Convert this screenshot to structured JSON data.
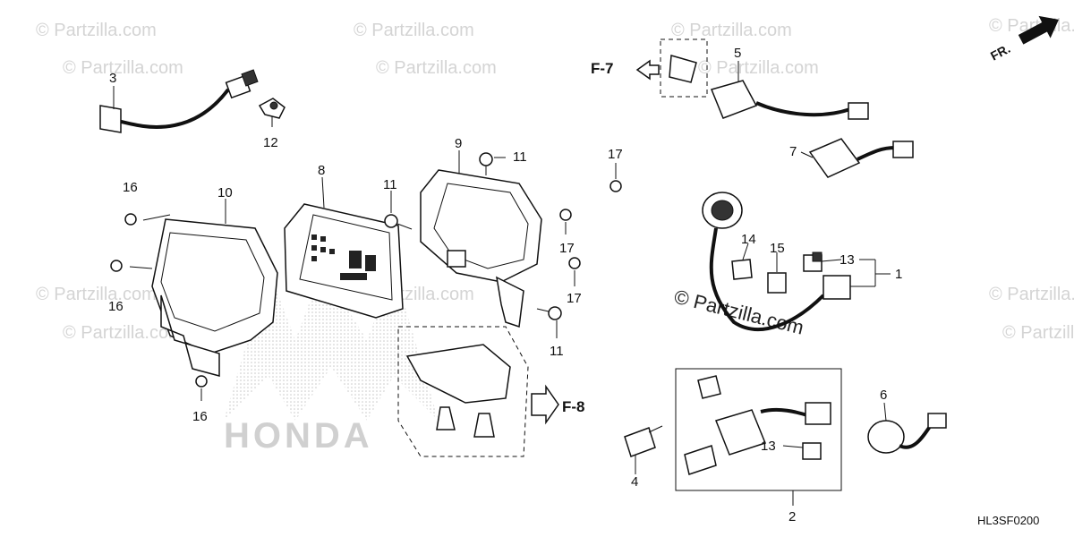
{
  "watermarks": {
    "corner": "© Partzilla.com",
    "main": "© Partzilla.com",
    "brand": "HONDA"
  },
  "direction_label": "FR.",
  "reference_codes": {
    "ref_f7": "F-7",
    "ref_f8": "F-8"
  },
  "drawing_code": "HL3SF0200",
  "callouts": {
    "c1": "1",
    "c2": "2",
    "c3": "3",
    "c4": "4",
    "c5": "5",
    "c6": "6",
    "c7": "7",
    "c8": "8",
    "c9": "9",
    "c10": "10",
    "c11a": "11",
    "c11b": "11",
    "c11c": "11",
    "c12": "12",
    "c13a": "13",
    "c13b": "13",
    "c14": "14",
    "c15": "15",
    "c16a": "16",
    "c16b": "16",
    "c16c": "16",
    "c17a": "17",
    "c17b": "17",
    "c17c": "17"
  },
  "icons": [
    "direction-arrow-icon",
    "reference-arrow-icon"
  ]
}
